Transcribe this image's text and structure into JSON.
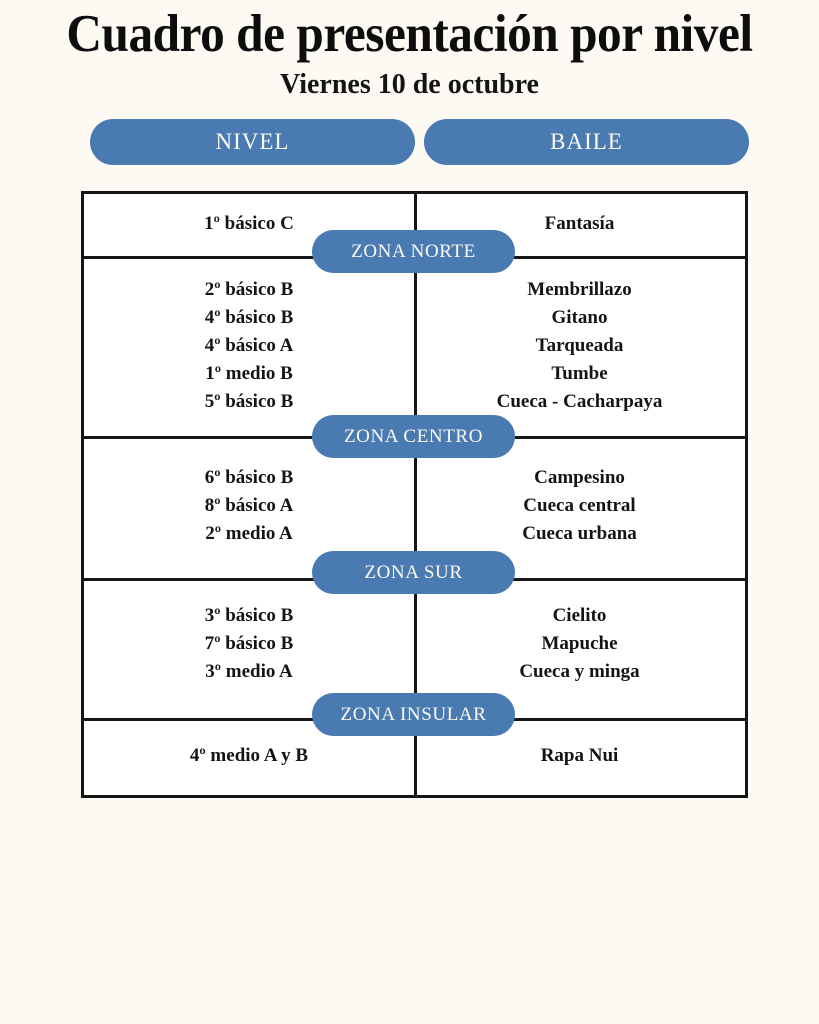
{
  "header": {
    "title": "Cuadro de presentación por nivel",
    "subtitle": "Viernes 10 de octubre"
  },
  "columns": {
    "nivel_label": "NIVEL",
    "baile_label": "BAILE"
  },
  "colors": {
    "pill_blue": "#4a7ab2",
    "background": "#fdf9f3",
    "table_background": "#ffffff",
    "border": "#161616",
    "text": "#141414",
    "pill_text": "#fdf9f3"
  },
  "zones": [
    {
      "label": "ZONA NORTE"
    },
    {
      "label": "ZONA CENTRO"
    },
    {
      "label": "ZONA SUR"
    },
    {
      "label": "ZONA INSULAR"
    }
  ],
  "sections": [
    {
      "zone": "",
      "niveles": [
        "1º básico C"
      ],
      "bailes": [
        "Fantasía"
      ]
    },
    {
      "zone": "ZONA NORTE",
      "niveles": [
        "2º básico B",
        "4º básico B",
        "4º básico A",
        "1º medio B",
        "5º básico B"
      ],
      "bailes": [
        "Membrillazo",
        "Gitano",
        "Tarqueada",
        "Tumbe",
        "Cueca - Cacharpaya"
      ]
    },
    {
      "zone": "ZONA CENTRO",
      "niveles": [
        "6º básico B",
        "8º básico A",
        "2º medio A"
      ],
      "bailes": [
        "Campesino",
        "Cueca central",
        "Cueca urbana"
      ]
    },
    {
      "zone": "ZONA SUR",
      "niveles": [
        "3º básico B",
        "7º básico B",
        "3º medio A"
      ],
      "bailes": [
        "Cielito",
        "Mapuche",
        "Cueca y minga"
      ]
    },
    {
      "zone": "ZONA INSULAR",
      "niveles": [
        "4º medio A y B"
      ],
      "bailes": [
        "Rapa Nui"
      ]
    }
  ]
}
